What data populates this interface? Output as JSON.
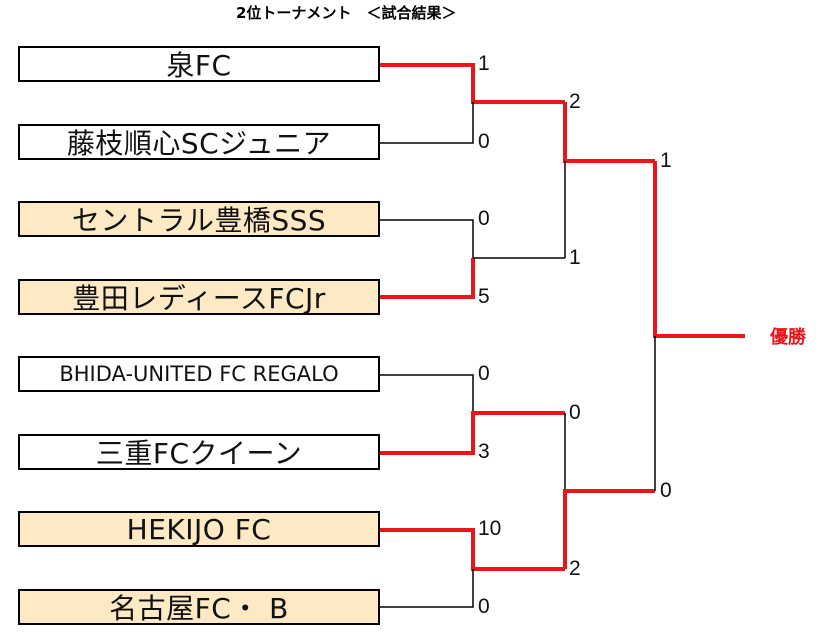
{
  "title": "2位トーナメント　＜試合結果＞",
  "champion_label": "優勝",
  "colors": {
    "winner_line": "#e8161b",
    "loser_line": "#000000",
    "cream_box": "#fde9c4"
  },
  "teams": [
    {
      "name": "泉FC",
      "highlight": false
    },
    {
      "name": "藤枝順心SCジュニア",
      "highlight": false
    },
    {
      "name": "セントラル豊橋SSS",
      "highlight": true
    },
    {
      "name": "豊田レディースFCJr",
      "highlight": true
    },
    {
      "name": "BHIDA-UNITED FC REGALO",
      "highlight": false
    },
    {
      "name": "三重FCクイーン",
      "highlight": false
    },
    {
      "name": "HEKIJO FC",
      "highlight": true
    },
    {
      "name": "名古屋FC・ B",
      "highlight": true
    }
  ],
  "round1_scores": [
    "1",
    "0",
    "0",
    "5",
    "0",
    "3",
    "10",
    "0"
  ],
  "round2_scores": [
    "2",
    "1",
    "0",
    "2"
  ],
  "final_scores": [
    "1",
    "0"
  ]
}
